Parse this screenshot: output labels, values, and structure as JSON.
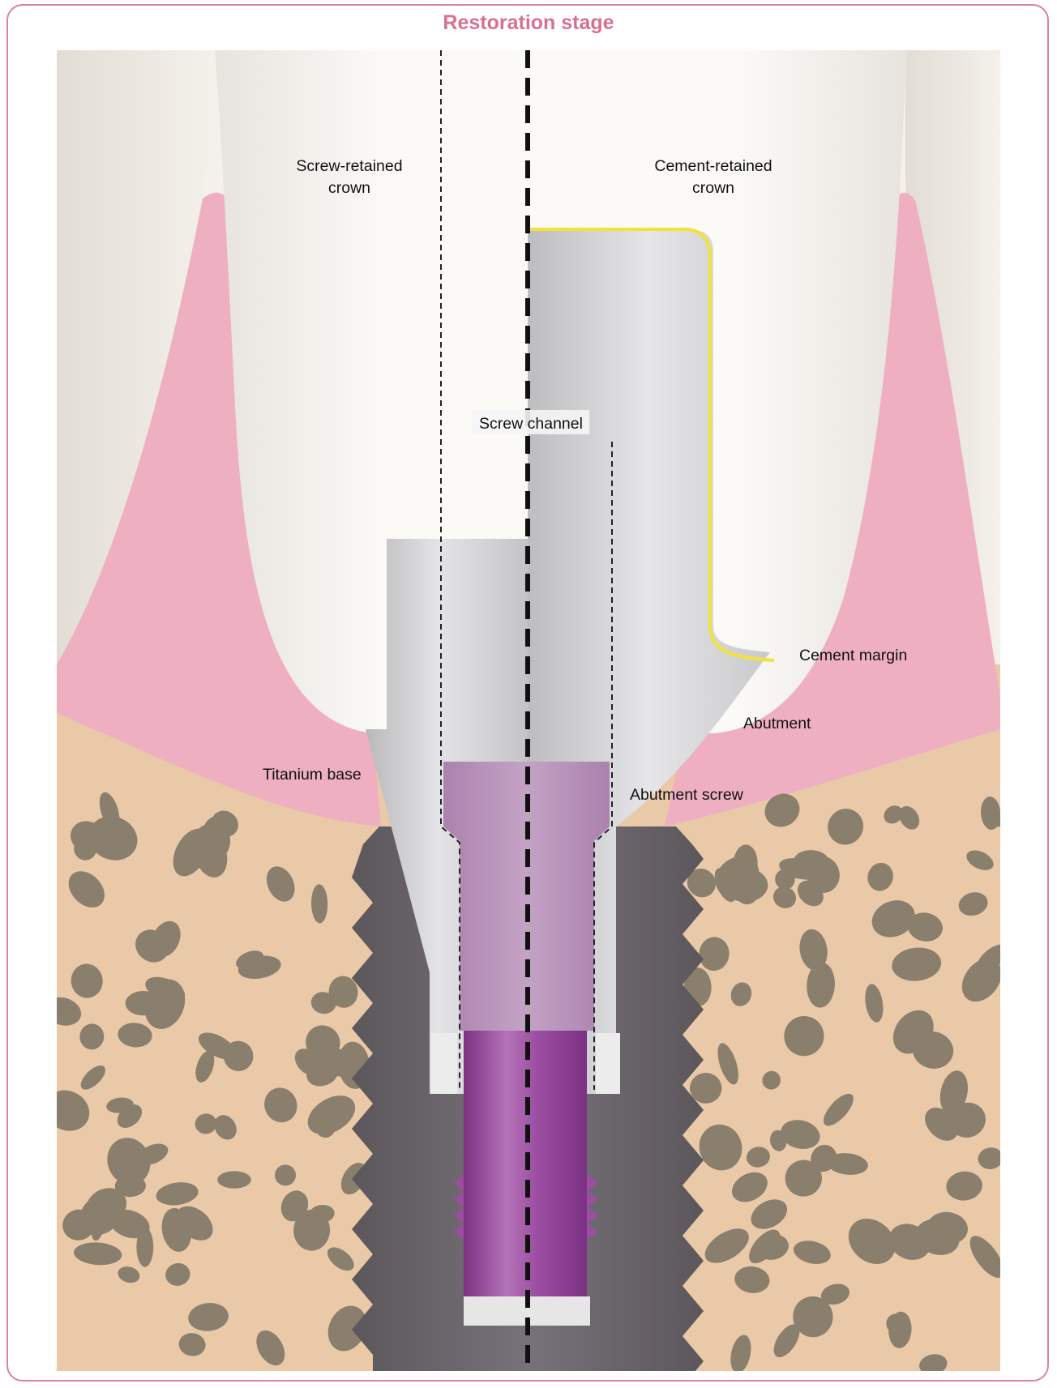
{
  "title": "Restoration stage",
  "labels": {
    "screw_retained_line1": "Screw-retained",
    "screw_retained_line2": "crown",
    "cement_retained_line1": "Cement-retained",
    "cement_retained_line2": "crown",
    "screw_channel": "Screw channel",
    "cement_margin": "Cement margin",
    "abutment": "Abutment",
    "titanium_base": "Titanium base",
    "abutment_screw": "Abutment screw"
  },
  "colors": {
    "frame": "#d9839c",
    "title": "#d9708f",
    "gum": "#eeb0c1",
    "bone": "#e9c9a8",
    "bone_pore": "#8a7f6c",
    "implant": "#6b666a",
    "crown": "#f3f1ec",
    "metal": "#cfcfd1",
    "screw": "#9a4a9e",
    "cement_line": "#f2e23a"
  }
}
